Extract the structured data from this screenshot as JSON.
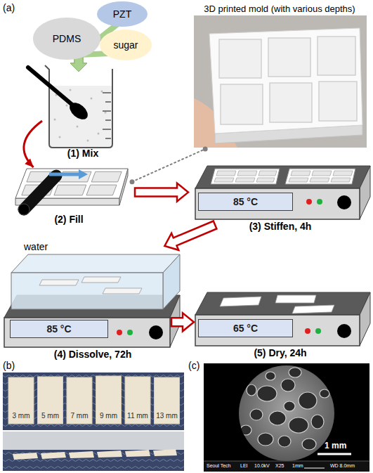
{
  "diagram": {
    "nodes": [
      {
        "text": [
          "PDMS"
        ]
      },
      {
        "text": [
          "PZT"
        ]
      },
      {
        "text": [
          "sugar"
        ]
      },
      {
        "text": [
          "(1) Mix"
        ]
      },
      {
        "text": [
          "(2) Fill"
        ]
      },
      {
        "text": [
          "3D printed mold (with various depths)"
        ]
      },
      {
        "text": [
          "(3) Stiffen, 4h"
        ]
      },
      {
        "text": [
          "85 °C"
        ],
        "in": 6
      },
      {
        "text": [
          "(4) Dissolve, 72h"
        ]
      },
      {
        "text": [
          "85 °C"
        ],
        "in": 8
      },
      {
        "text": [
          "(5) Dry, 24h"
        ]
      },
      {
        "text": [
          "65 °C"
        ],
        "in": 10
      }
    ],
    "edges": [
      {
        "from": 0,
        "to": 3,
        "arrow": "to"
      },
      {
        "from": 1,
        "to": 3,
        "arrow": "to"
      },
      {
        "from": 2,
        "to": 3,
        "arrow": "to"
      },
      {
        "from": 3,
        "to": 4,
        "arrow": "to"
      },
      {
        "from": 4,
        "to": 5,
        "arrow": "none"
      },
      {
        "from": 4,
        "to": 6,
        "arrow": "to"
      },
      {
        "from": 6,
        "to": 8,
        "arrow": "to"
      },
      {
        "from": 8,
        "to": 10,
        "arrow": "to"
      }
    ],
    "labels": [
      "(a)",
      "water",
      "(b)",
      "3 mm",
      "5 mm",
      "7 mm",
      "9 mm",
      "11 mm",
      "13 mm",
      "(c)",
      "1 mm",
      "Seoul Tech",
      "LEI",
      "10.0kV",
      "X25",
      "1mm",
      "WD 8.0mm"
    ]
  }
}
